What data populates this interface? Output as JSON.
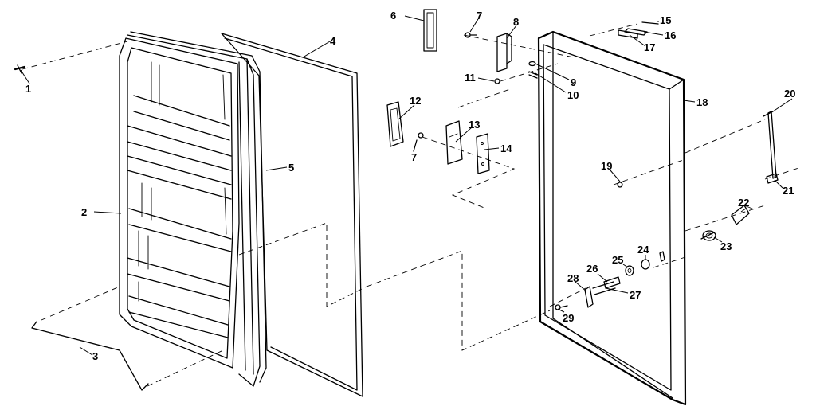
{
  "callouts": [
    {
      "id": "1",
      "text": "1"
    },
    {
      "id": "2",
      "text": "2"
    },
    {
      "id": "3",
      "text": "3"
    },
    {
      "id": "4",
      "text": "4"
    },
    {
      "id": "5",
      "text": "5"
    },
    {
      "id": "6",
      "text": "6"
    },
    {
      "id": "7a",
      "text": "7"
    },
    {
      "id": "7b",
      "text": "7"
    },
    {
      "id": "8",
      "text": "8"
    },
    {
      "id": "9",
      "text": "9"
    },
    {
      "id": "10",
      "text": "10"
    },
    {
      "id": "11",
      "text": "11"
    },
    {
      "id": "12",
      "text": "12"
    },
    {
      "id": "13",
      "text": "13"
    },
    {
      "id": "14",
      "text": "14"
    },
    {
      "id": "15",
      "text": "15"
    },
    {
      "id": "16",
      "text": "16"
    },
    {
      "id": "17",
      "text": "17"
    },
    {
      "id": "18",
      "text": "18"
    },
    {
      "id": "19",
      "text": "19"
    },
    {
      "id": "20",
      "text": "20"
    },
    {
      "id": "21",
      "text": "21"
    },
    {
      "id": "22",
      "text": "22"
    },
    {
      "id": "23",
      "text": "23"
    },
    {
      "id": "24",
      "text": "24"
    },
    {
      "id": "25",
      "text": "25"
    },
    {
      "id": "26",
      "text": "26"
    },
    {
      "id": "27",
      "text": "27"
    },
    {
      "id": "28",
      "text": "28"
    },
    {
      "id": "29",
      "text": "29"
    }
  ]
}
